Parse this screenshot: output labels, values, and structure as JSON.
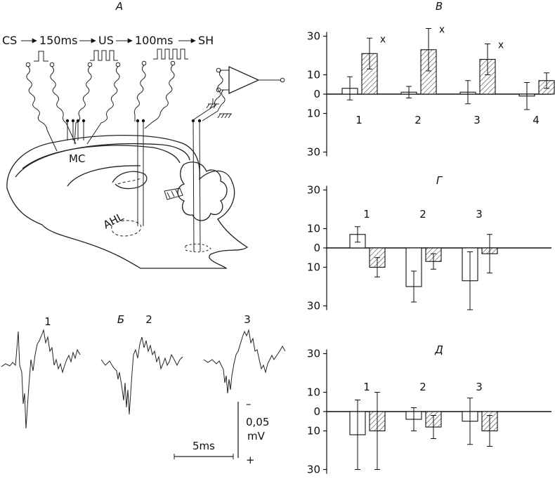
{
  "panels": {
    "A": {
      "label": "А",
      "protocol": [
        "CS",
        "150ms",
        "US",
        "100ms",
        "SH"
      ],
      "labels": {
        "mc": "MC",
        "ahl": "AHL"
      }
    },
    "B": {
      "label": "Б",
      "traces": [
        "1",
        "2",
        "3"
      ],
      "scale": {
        "amp_value": "0,05",
        "amp_unit": "mV",
        "time": "5ms",
        "minus": "–",
        "plus": "+"
      }
    }
  },
  "chart_data": [
    {
      "type": "bar",
      "panel_label": "В",
      "categories": [
        "1",
        "2",
        "3",
        "4"
      ],
      "y_tick_labels": [
        "30",
        "10",
        "0",
        "10",
        "30"
      ],
      "ylim": [
        -30,
        30
      ],
      "significance_mark": "x",
      "series": [
        {
          "fill": "open",
          "values": [
            3,
            1,
            1,
            -1
          ],
          "errors": [
            6,
            3,
            6,
            7
          ]
        },
        {
          "fill": "hatched",
          "values": [
            21,
            23,
            18,
            7
          ],
          "errors": [
            8,
            11,
            8,
            4
          ]
        }
      ],
      "significant": [
        true,
        true,
        true,
        true
      ]
    },
    {
      "type": "bar",
      "panel_label": "Г",
      "categories": [
        "1",
        "2",
        "3"
      ],
      "y_tick_labels": [
        "30",
        "10",
        "0",
        "10",
        "30"
      ],
      "ylim": [
        -30,
        30
      ],
      "series": [
        {
          "fill": "open",
          "values": [
            7,
            -20,
            -17
          ],
          "errors": [
            4,
            8,
            15
          ]
        },
        {
          "fill": "hatched",
          "values": [
            -10,
            -7,
            -3
          ],
          "errors": [
            5,
            4,
            10
          ]
        }
      ]
    },
    {
      "type": "bar",
      "panel_label": "Д",
      "categories": [
        "1",
        "2",
        "3"
      ],
      "y_tick_labels": [
        "30",
        "10",
        "0",
        "10",
        "30"
      ],
      "ylim": [
        -30,
        30
      ],
      "series": [
        {
          "fill": "open",
          "values": [
            -12,
            -4,
            -5
          ],
          "errors": [
            18,
            6,
            12
          ]
        },
        {
          "fill": "hatched",
          "values": [
            -10,
            -8,
            -10
          ],
          "errors": [
            20,
            6,
            8
          ]
        }
      ]
    }
  ]
}
